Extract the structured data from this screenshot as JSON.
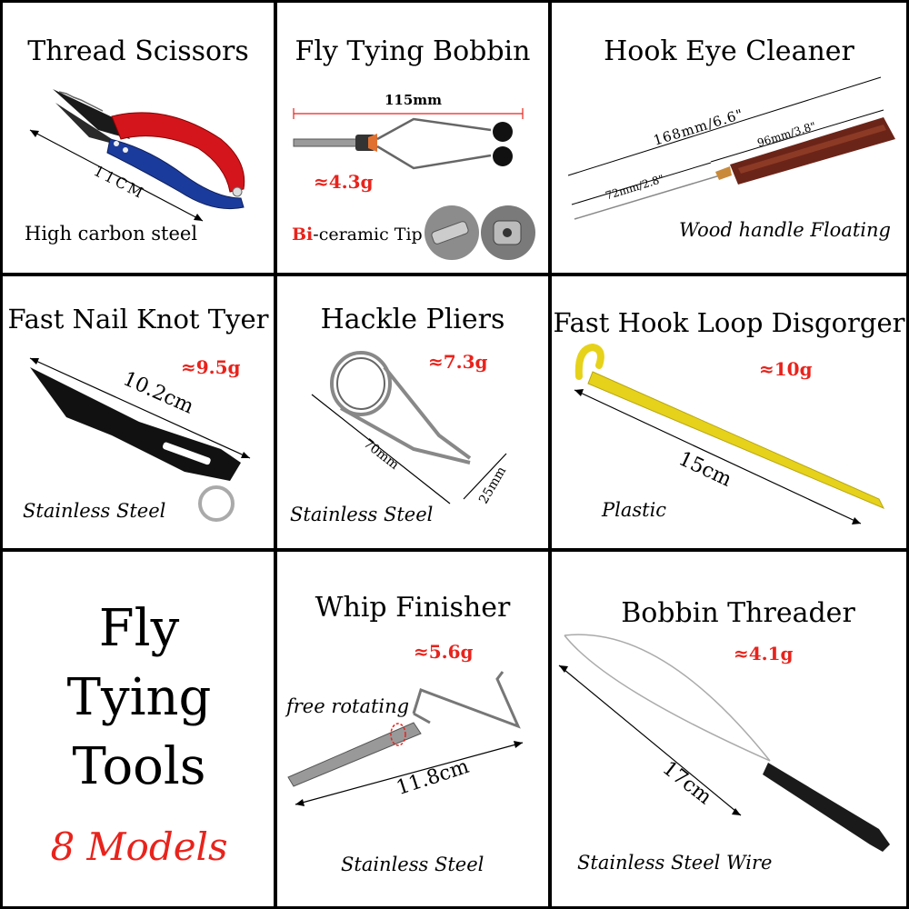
{
  "cells": {
    "scissors": {
      "title": "Thread Scissors",
      "dimension": "11CM",
      "material": "High carbon steel"
    },
    "bobbin": {
      "title": "Fly Tying Bobbin",
      "dimension": "115mm",
      "weight": "≈4.3g",
      "tip_bi": "Bi",
      "tip_rest": "-ceramic Tip"
    },
    "hook_eye": {
      "title": "Hook Eye Cleaner",
      "dim_total": "168mm/6.6\"",
      "dim_handle": "96mm/3.8\"",
      "dim_needle": "72mm/2.8\"",
      "material": "Wood handle Floating"
    },
    "nail_knot": {
      "title": "Fast Nail Knot Tyer",
      "weight": "≈9.5g",
      "dimension": "10.2cm",
      "material": "Stainless Steel"
    },
    "hackle": {
      "title": "Hackle Pliers",
      "weight": "≈7.3g",
      "dim_length": "70mm",
      "dim_width": "25mm",
      "material": "Stainless Steel"
    },
    "disgorger": {
      "title": "Fast Hook Loop Disgorger",
      "weight": "≈10g",
      "dimension": "15cm",
      "material": "Plastic"
    },
    "heading": {
      "line1": "Fly",
      "line2": "Tying",
      "line3": "Tools",
      "models": "8 Models"
    },
    "whip": {
      "title": "Whip Finisher",
      "weight": "≈5.6g",
      "note": "free rotating",
      "dimension": "11.8cm",
      "material": "Stainless Steel"
    },
    "threader": {
      "title": "Bobbin Threader",
      "weight": "≈4.1g",
      "dimension": "17cm",
      "material": "Stainless Steel Wire"
    }
  },
  "colors": {
    "accent": "#e8231c",
    "border": "#000000"
  }
}
